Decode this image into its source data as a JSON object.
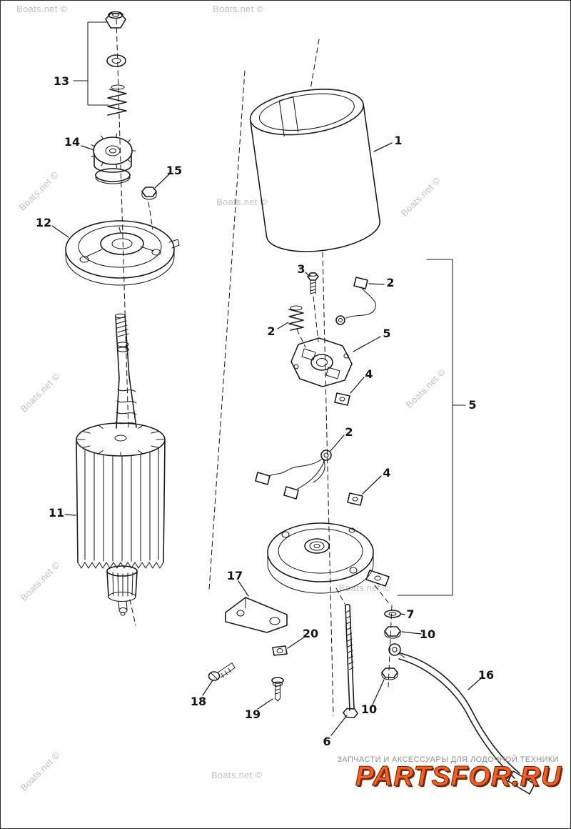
{
  "watermark": {
    "text": "Boats.net ©"
  },
  "footer": {
    "tagline": "ЗАПЧАСТИ И АКСЕССУАРЫ ДЛЯ ЛОДОЧНОЙ ТЕХНИКИ",
    "logo": "PARTSFOR.RU"
  },
  "colors": {
    "ink": "#1b1b1b",
    "watermark": "#c2c2c2",
    "logo": "#f06022",
    "logo_outline": "#6b2000",
    "tagline": "#8f8f8f",
    "background": "#ffffff",
    "border": "#2a2a2a"
  },
  "diagram": {
    "callouts": [
      "13",
      "14",
      "15",
      "12",
      "11",
      "1",
      "3",
      "2",
      "2",
      "5",
      "4",
      "2",
      "4",
      "5",
      "17",
      "20",
      "18",
      "19",
      "6",
      "7",
      "10",
      "10",
      "16"
    ]
  }
}
